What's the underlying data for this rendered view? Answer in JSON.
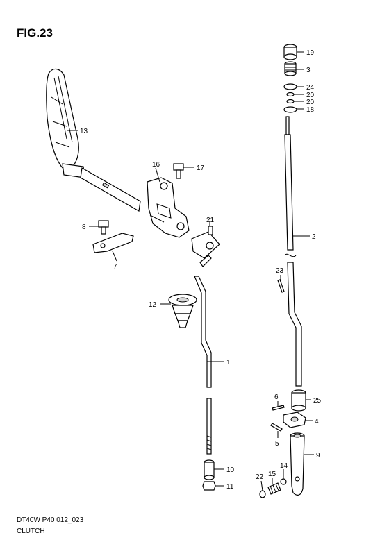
{
  "figure": {
    "title": "FIG.23",
    "code": "DT40W P40 012_023",
    "name": "CLUTCH"
  },
  "callouts": {
    "c19": "19",
    "c3": "3",
    "c24": "24",
    "c20a": "20",
    "c20b": "20",
    "c18": "18",
    "c13": "13",
    "c16": "16",
    "c17": "17",
    "c2": "2",
    "c8": "8",
    "c21": "21",
    "c7": "7",
    "c23": "23",
    "c12": "12",
    "c1": "1",
    "c6": "6",
    "c25": "25",
    "c4": "4",
    "c5": "5",
    "c9": "9",
    "c14": "14",
    "c10": "10",
    "c15": "15",
    "c22": "22",
    "c11": "11"
  }
}
